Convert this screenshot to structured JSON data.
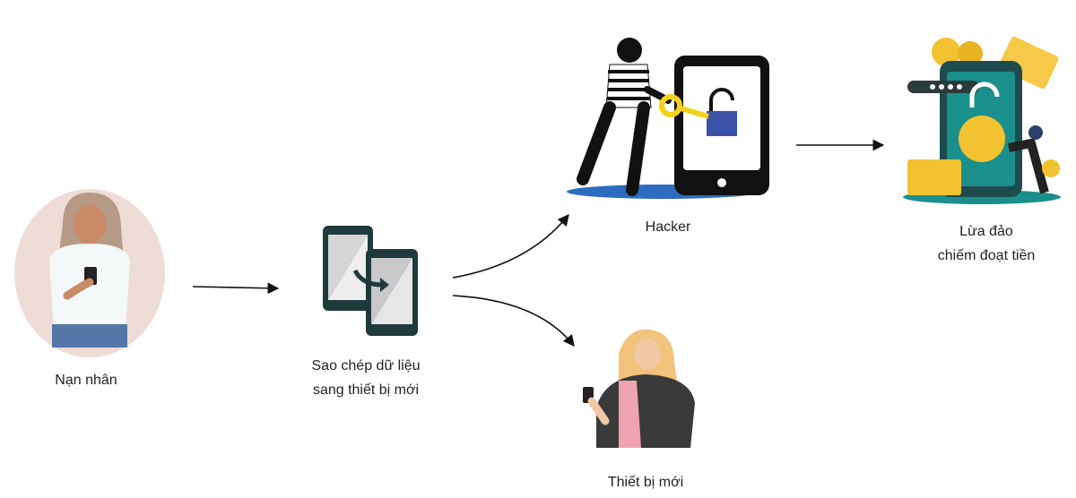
{
  "nodes": {
    "victim": {
      "label": "Nạn nhân"
    },
    "copy": {
      "line1": "Sao chép dữ liệu",
      "line2": "sang thiết bị mới"
    },
    "hacker": {
      "label": "Hacker"
    },
    "fraud": {
      "line1": "Lừa đảo",
      "line2": "chiếm đoạt tiền"
    },
    "new_device": {
      "label": "Thiết bị mới"
    }
  },
  "colors": {
    "phone": "#1f3a3d",
    "teal": "#1b8f8c",
    "gold": "#f2c230",
    "blush": "#efdcd6",
    "arrow": "#111111"
  }
}
